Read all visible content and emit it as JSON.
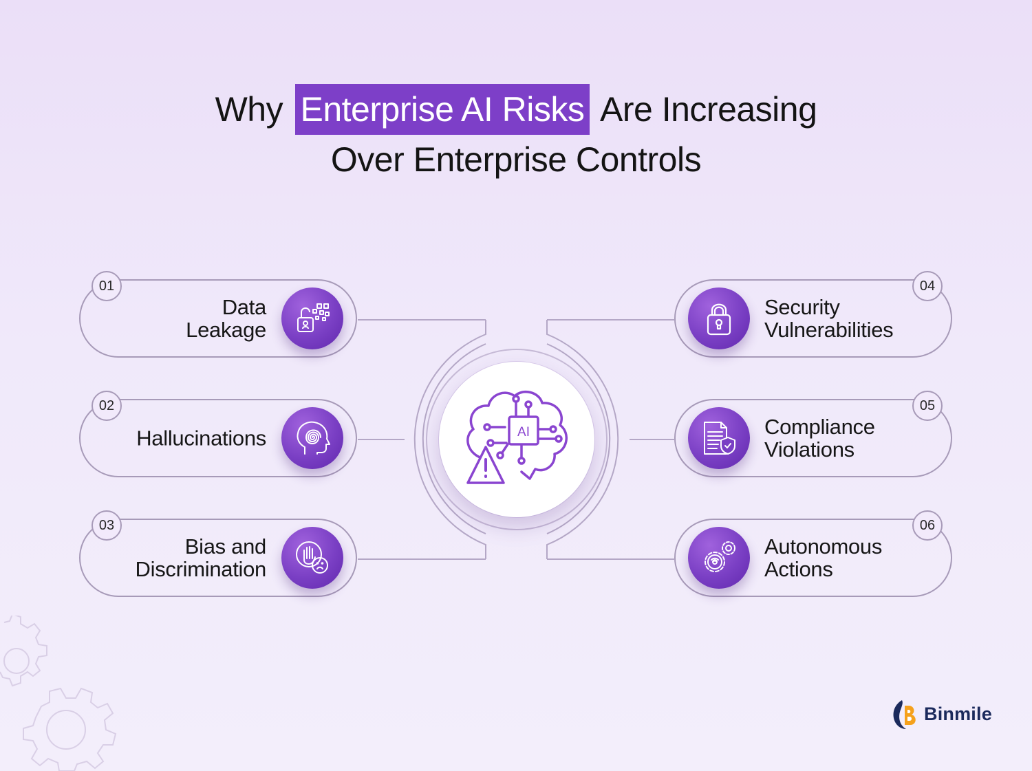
{
  "title": {
    "prefix": "Why",
    "highlight": "Enterprise AI Risks",
    "suffix": "Are Increasing",
    "line2": "Over Enterprise Controls"
  },
  "center": {
    "chip_label": "AI"
  },
  "risks": [
    {
      "number": "01",
      "label": "Data\nLeakage",
      "icon": "unlock-data-icon"
    },
    {
      "number": "02",
      "label": "Hallucinations",
      "icon": "spiral-head-icon"
    },
    {
      "number": "03",
      "label": "Bias and\nDiscrimination",
      "icon": "hand-sad-face-icon"
    },
    {
      "number": "04",
      "label": "Security\nVulnerabilities",
      "icon": "padlock-icon"
    },
    {
      "number": "05",
      "label": "Compliance\nViolations",
      "icon": "document-shield-icon"
    },
    {
      "number": "06",
      "label": "Autonomous\nActions",
      "icon": "gears-icon"
    }
  ],
  "brand": {
    "name": "Binmile"
  },
  "colors": {
    "accent": "#7d3fc8",
    "outline": "#a79ab8",
    "background": "#efe6fa",
    "logo_text": "#1b2a5c"
  }
}
